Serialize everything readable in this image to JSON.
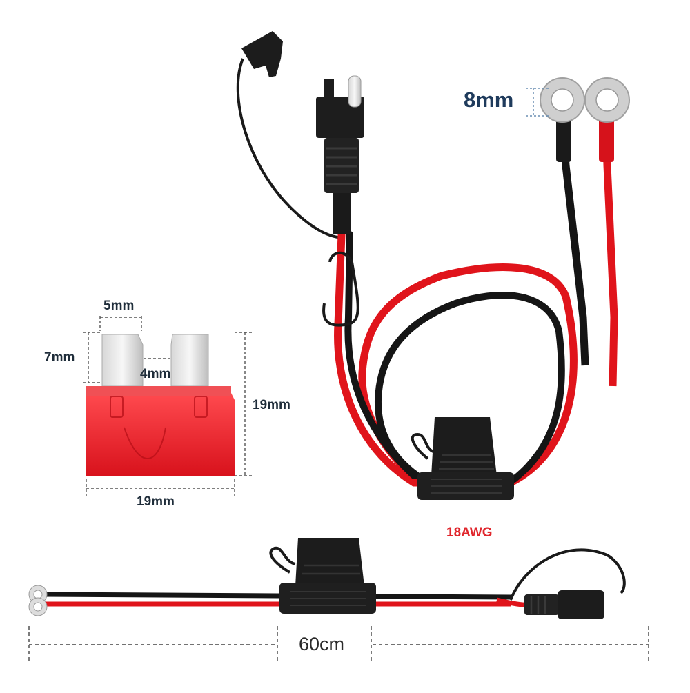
{
  "labels": {
    "ring_size": "8mm",
    "tab_width": "5mm",
    "tab_height": "7mm",
    "tab_gap": "4mm",
    "fuse_height": "19mm",
    "fuse_width": "19mm",
    "wire_gauge": "18AWG",
    "total_length": "60cm"
  },
  "colors": {
    "wire_red": "#e0141b",
    "wire_black": "#151515",
    "fuse_red": "#e8202a",
    "ring_silver": "#c9c9c9",
    "dimension_text": "#1f3b5c",
    "gauge_text": "#e0262c"
  }
}
